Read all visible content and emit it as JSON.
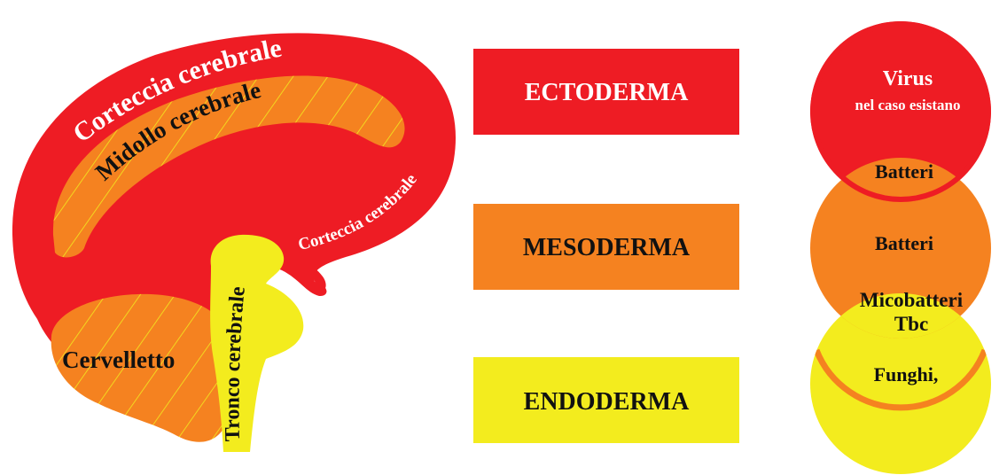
{
  "colors": {
    "ectoderm": "#ee1c24",
    "mesoderm": "#f58220",
    "endoderm": "#f3ec1e",
    "text_dark": "#111111",
    "text_light": "#ffffff"
  },
  "brain": {
    "cortex_top_label": "Corteccia cerebrale",
    "medulla_label": "Midollo cerebrale",
    "cortex_inner_label": "Corteccia cerebrale",
    "cerebellum_label": "Cervelletto",
    "brainstem_label": "Tronco cerebrale"
  },
  "layers": [
    {
      "label": "ECTODERMA",
      "color": "ectoderm"
    },
    {
      "label": "MESODERMA",
      "color": "mesoderm"
    },
    {
      "label": "ENDODERMA",
      "color": "endoderm"
    }
  ],
  "circles": {
    "top_title": "Virus",
    "top_subtitle": "nel caso esistano",
    "overlap_top_label": "Batteri",
    "middle_label": "Batteri",
    "overlap_bottom_line1": "Micobatteri",
    "overlap_bottom_line2": "Tbc",
    "bottom_label": "Funghi,"
  }
}
